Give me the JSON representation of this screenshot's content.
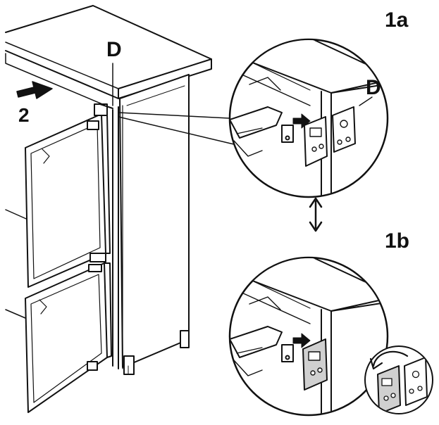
{
  "figure": {
    "labels": {
      "part_d": "D",
      "step_push": "2",
      "view_a": "1a",
      "inset_part_d": "D",
      "view_b": "1b"
    },
    "colors": {
      "ink": "#111111",
      "paper": "#ffffff",
      "shade": "#e6e6e6"
    },
    "icons": {
      "push_direction": "arrow-right-icon",
      "switch_views": "double-arrow-vertical-icon",
      "rotate_bracket": "curved-arrow-icon"
    }
  }
}
